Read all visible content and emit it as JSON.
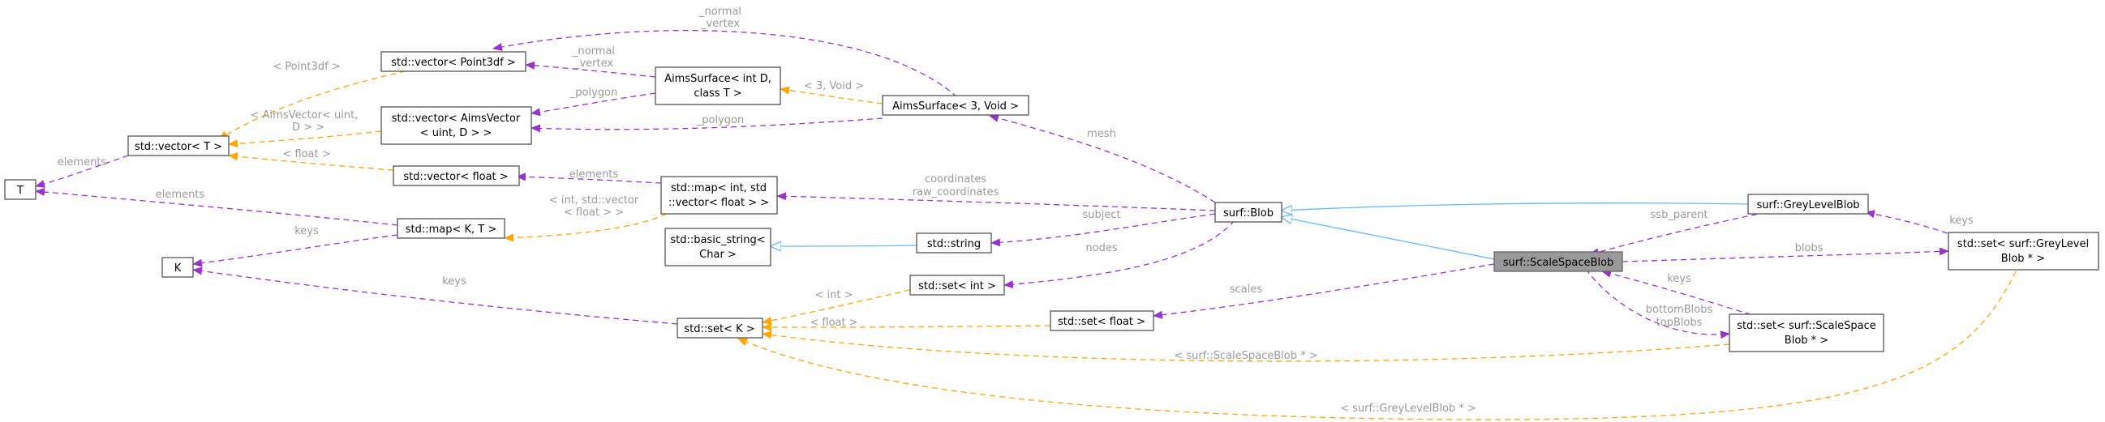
{
  "diagram": {
    "nodes": {
      "t": "T",
      "k": "K",
      "vector_t": "std::vector< T >",
      "vector_point3df": "std::vector< Point3df >",
      "vector_aimsvector_1": "std::vector< AimsVector",
      "vector_aimsvector_2": "< uint, D > >",
      "vector_float": "std::vector< float >",
      "map_k_t": "std::map< K, T >",
      "set_k": "std::set< K >",
      "aimssurface_d_1": "AimsSurface< int D,",
      "aimssurface_d_2": "class T >",
      "map_int_vector_1": "std::map< int, std",
      "map_int_vector_2": "::vector< float > >",
      "basic_string_1": "std::basic_string<",
      "basic_string_2": "Char >",
      "aimssurface_3": "AimsSurface< 3, Void >",
      "string": "std::string",
      "set_int": "std::set< int >",
      "set_float": "std::set< float >",
      "blob": "surf::Blob",
      "scalespaceblob": "surf::ScaleSpaceBlob",
      "greylevelblob": "surf::GreyLevelBlob",
      "set_ssb_1": "std::set< surf::ScaleSpace",
      "set_ssb_2": "Blob * >",
      "set_glb_1": "std::set< surf::GreyLevel",
      "set_glb_2": "Blob * >"
    },
    "labels": {
      "normal_vertex_top_1": "_normal",
      "normal_vertex_top_2": "_vertex",
      "point3df": "< Point3df >",
      "normal_vertex_mid_1": "_normal",
      "normal_vertex_mid_2": "_vertex",
      "polygon_mid": "_polygon",
      "three_void": "< 3, Void >",
      "aimsvector_1": "< AimsVector< uint,",
      "aimsvector_2": "D > >",
      "polygon_low": "_polygon",
      "elements_t": "elements",
      "float_t": "< float >",
      "elements_vf": "elements",
      "elements_map": "elements",
      "mesh": "mesh",
      "coordinates": "coordinates",
      "raw_coordinates": "raw_coordinates",
      "int_stdvector_1": "< int, std::vector",
      "int_stdvector_2": "< float > >",
      "subject": "subject",
      "keys_map": "keys",
      "nodes": "nodes",
      "ssb_parent": "ssb_parent",
      "keys_glb": "keys",
      "blobs": "blobs",
      "keys_setk": "keys",
      "int_set": "< int >",
      "scales": "scales",
      "keys_ssb": "keys",
      "float_set": "< float >",
      "bottomblobs": "bottomBlobs",
      "topblobs": "topBlobs",
      "ssb_ptr": "< surf::ScaleSpaceBlob * >",
      "glb_ptr": "< surf::GreyLevelBlob * >"
    }
  }
}
